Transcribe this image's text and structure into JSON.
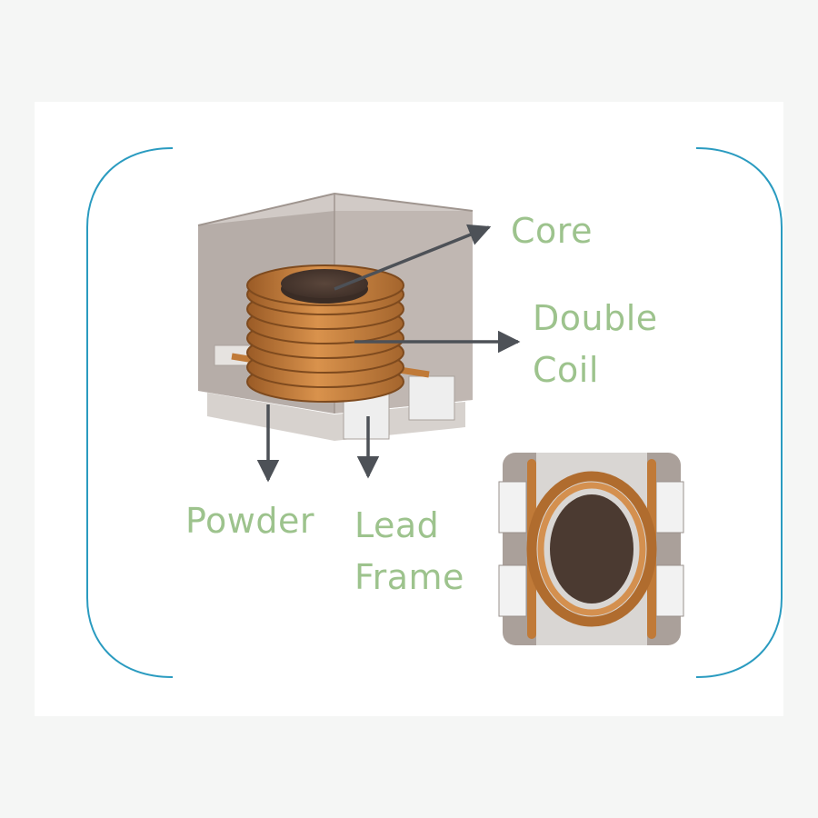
{
  "colors": {
    "label_green": "#9dc38d",
    "bracket_teal": "#2a9bc0",
    "arrow_gray": "#4d5157",
    "copper": "#c07a38",
    "core_dark": "#4b3a31",
    "housing_gray": "#b7ada7"
  },
  "labels": {
    "core": "Core",
    "double_coil_line1": "Double",
    "double_coil_line2": "Coil",
    "powder": "Powder",
    "lead_frame_line1": "Lead",
    "lead_frame_line2": "Frame"
  },
  "icons": [
    "inductor-3d-cutaway",
    "inductor-top-view",
    "bracket-left",
    "bracket-right"
  ]
}
